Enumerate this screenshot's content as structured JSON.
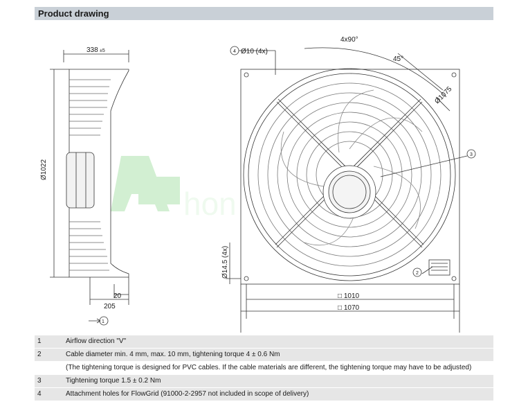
{
  "header": {
    "title": "Product drawing"
  },
  "side_view": {
    "depth_label": "338",
    "depth_tol": "±5",
    "diameter_label": "Ø1022",
    "offset_20": "20",
    "offset_205": "205",
    "callout_1": "1"
  },
  "front_view": {
    "holes_callout": "4",
    "holes_label": "Ø10 (4x)",
    "angle_4x90": "4x90°",
    "angle_45": "45°",
    "bolt_circle": "Ø1075",
    "callout_3": "3",
    "callout_2": "2",
    "corner_holes": "Ø14.5 (4x)",
    "width_1010": "□ 1010",
    "width_1070": "□ 1070"
  },
  "watermark": {
    "text": "hon"
  },
  "notes": [
    {
      "num": "1",
      "text": "Airflow direction \"V\"",
      "shaded": true
    },
    {
      "num": "2",
      "text": "Cable diameter min. 4 mm, max. 10 mm, tightening torque 4 ± 0.6 Nm",
      "shaded": true
    },
    {
      "num": "",
      "text": "(The tightening torque is designed for PVC cables. If the cable materials are different, the tightening torque may have to be adjusted)",
      "shaded": false
    },
    {
      "num": "3",
      "text": "Tightening torque 1.5 ± 0.2 Nm",
      "shaded": true
    },
    {
      "num": "4",
      "text": "Attachment holes for FlowGrid (91000-2-2957 not included in scope of delivery)",
      "shaded": true
    }
  ]
}
